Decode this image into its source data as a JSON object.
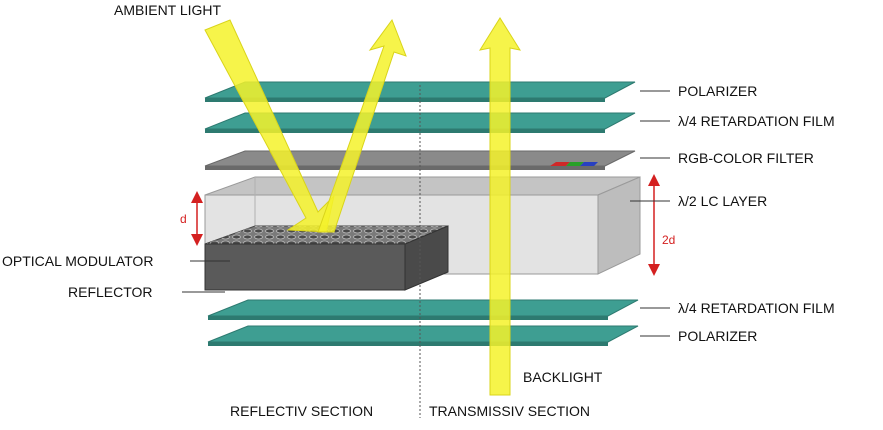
{
  "labels": {
    "ambient_light": "AMBIENT LIGHT",
    "polarizer_top": "POLARIZER",
    "retardation_film_top": "λ/4 RETARDATION FILM",
    "rgb_color_filter": "RGB-COLOR FILTER",
    "lc_layer": "λ/2 LC LAYER",
    "optical_modulator": "OPTICAL MODULATOR",
    "reflector": "REFLECTOR",
    "retardation_film_bottom": "λ/4 RETARDATION FILM",
    "polarizer_bottom": "POLARIZER",
    "backlight": "BACKLIGHT",
    "reflective_section": "REFLECTIV SECTION",
    "transmissive_section": "TRANSMISSIV SECTION",
    "thickness_d": "d",
    "thickness_2d": "2d"
  },
  "colors": {
    "film": "#3e9e92",
    "film_dark": "#2d7a70",
    "light_beam": "#f5f22a",
    "dimension_arrow": "#d42020",
    "lc_box": "#d4d4d4",
    "modulator": "#5a5a5a",
    "color_filter": "#8a8a8a"
  }
}
